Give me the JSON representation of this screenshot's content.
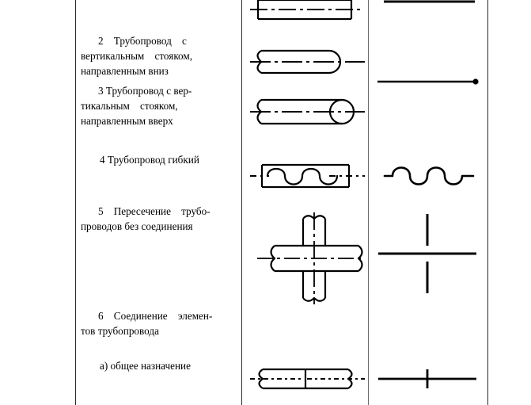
{
  "document": {
    "language": "ru",
    "kind": "pipeline-symbol-table",
    "columns": [
      {
        "name": "description",
        "header": ""
      },
      {
        "name": "detailed_drawing",
        "header": ""
      },
      {
        "name": "schematic_symbol",
        "header": ""
      }
    ]
  },
  "colors": {
    "ink": "#000000",
    "rule": "#2b2b2b",
    "rule_light": "#6a6a6a",
    "paper": "#ffffff"
  },
  "rows": [
    {
      "number": "",
      "description": "",
      "detailed_symbol": "pipe-straight-with-centerline",
      "schematic_symbol": "plain-line"
    },
    {
      "number": "2",
      "description": "2 Трубопровод с вертикальным стояком, направленным вниз",
      "line1": "2 Трубопровод с",
      "line2": "вертикальным стояком,",
      "line3": "направленным вниз",
      "detailed_symbol": "pipe-rounded-end-riser-down",
      "schematic_symbol": "line-with-filled-dot"
    },
    {
      "number": "3",
      "description": "3 Трубопровод с вертикальным стояком, направленным вверх",
      "line1": "3 Трубопровод с вер-",
      "line2": "тикальным стояком,",
      "line3": "направленным вверх",
      "detailed_symbol": "pipe-circle-end-riser-up",
      "schematic_symbol": "none"
    },
    {
      "number": "4",
      "description": "4 Трубопровод гибкий",
      "line1": "4 Трубопровод гибкий",
      "detailed_symbol": "pipe-flexible-wave-in-rect",
      "schematic_symbol": "wavy-line"
    },
    {
      "number": "5",
      "description": "5 Пересечение трубопроводов без соединения",
      "line1": "5 Пересечение трубо-",
      "line2": "проводов без соединения",
      "detailed_symbol": "pipes-crossing-no-connection",
      "schematic_symbol": "cross-with-gap"
    },
    {
      "number": "6",
      "description": "6 Соединение элементов трубопровода",
      "line1": "6 Соединение элемен-",
      "line2": "тов трубопровода",
      "detailed_symbol": "none",
      "schematic_symbol": "none"
    },
    {
      "number": "а)",
      "description": "а) общее назначение",
      "line1": "а) общее назначение",
      "detailed_symbol": "pipe-joint-general",
      "schematic_symbol": "line-with-tick"
    }
  ]
}
